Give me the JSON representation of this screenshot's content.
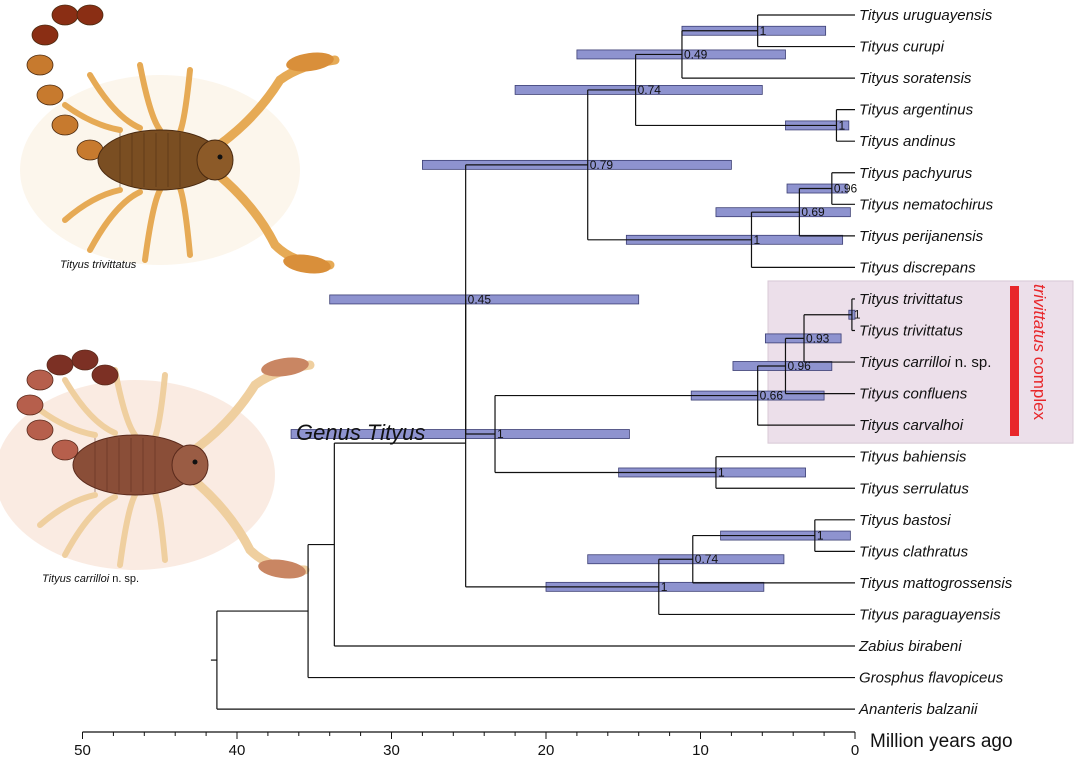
{
  "figure": {
    "genus_label": "Genus Tityus",
    "complex_label_italic": "trivittatus",
    "complex_label_rest": " complex",
    "axis_title": "Million years ago",
    "images": [
      {
        "name": "tityus-trivittatus-photo",
        "caption_italic": "Tityus trivittatus",
        "caption_rest": ""
      },
      {
        "name": "tityus-carrilloi-photo",
        "caption_italic": "Tityus carrilloi",
        "caption_rest": " n. sp."
      }
    ]
  },
  "chart_data": {
    "type": "phylogenetic-tree",
    "x_axis": {
      "label": "Million years ago",
      "reversed": true,
      "range": [
        50,
        0
      ],
      "ticks": [
        50,
        40,
        30,
        20,
        10,
        0
      ]
    },
    "colors": {
      "hpd_bar_fill": "#8e93cf",
      "hpd_bar_stroke": "#3c3f74",
      "branch": "#111111",
      "highlight_box": "#ecdfea",
      "complex_marker": "#e8262a"
    },
    "taxa": [
      {
        "id": "uru",
        "name": "Tityus uruguayensis"
      },
      {
        "id": "cur",
        "name": "Tityus curupi"
      },
      {
        "id": "sor",
        "name": "Tityus soratensis"
      },
      {
        "id": "arg",
        "name": "Tityus argentinus"
      },
      {
        "id": "and",
        "name": "Tityus andinus"
      },
      {
        "id": "pac",
        "name": "Tityus pachyurus"
      },
      {
        "id": "nem",
        "name": "Tityus nematochirus"
      },
      {
        "id": "per",
        "name": "Tityus perijanensis"
      },
      {
        "id": "dis",
        "name": "Tityus discrepans"
      },
      {
        "id": "tri1",
        "name": "Tityus trivittatus"
      },
      {
        "id": "tri2",
        "name": "Tityus trivittatus"
      },
      {
        "id": "car",
        "name": "Tityus carrilloi",
        "suffix": " n. sp."
      },
      {
        "id": "con",
        "name": "Tityus confluens"
      },
      {
        "id": "cav",
        "name": "Tityus carvalhoi"
      },
      {
        "id": "bah",
        "name": "Tityus bahiensis"
      },
      {
        "id": "ser",
        "name": "Tityus serrulatus"
      },
      {
        "id": "bas",
        "name": "Tityus bastosi"
      },
      {
        "id": "cla",
        "name": "Tityus clathratus"
      },
      {
        "id": "mat",
        "name": "Tityus mattogrossensis"
      },
      {
        "id": "par",
        "name": "Tityus paraguayensis"
      },
      {
        "id": "zab",
        "name": "Zabius birabeni"
      },
      {
        "id": "gro",
        "name": "Grosphus flavopiceus"
      },
      {
        "id": "ana",
        "name": "Ananteris balzanii"
      }
    ],
    "nodes": [
      {
        "id": "n_uc",
        "age": 6.3,
        "children": [
          "uru",
          "cur"
        ],
        "support": "1",
        "hpd": [
          11.2,
          1.9
        ]
      },
      {
        "id": "n_ucs",
        "age": 11.2,
        "children": [
          "n_uc",
          "sor"
        ],
        "support": "0.49",
        "hpd": [
          18.0,
          4.5
        ]
      },
      {
        "id": "n_aa",
        "age": 1.2,
        "children": [
          "arg",
          "and"
        ],
        "support": "1",
        "hpd": [
          4.5,
          0.4
        ]
      },
      {
        "id": "n_g1",
        "age": 14.2,
        "children": [
          "n_ucs",
          "n_aa"
        ],
        "support": "0.74",
        "hpd": [
          22.0,
          6.0
        ]
      },
      {
        "id": "n_pn",
        "age": 1.5,
        "children": [
          "pac",
          "nem"
        ],
        "support": "0.96",
        "hpd": [
          4.4,
          0.5
        ]
      },
      {
        "id": "n_pnp",
        "age": 3.6,
        "children": [
          "n_pn",
          "per"
        ],
        "support": "0.69",
        "hpd": [
          9.0,
          0.3
        ]
      },
      {
        "id": "n_pnpd",
        "age": 6.7,
        "children": [
          "n_pnp",
          "dis"
        ],
        "support": "1",
        "hpd": [
          14.8,
          0.8
        ]
      },
      {
        "id": "n_g2",
        "age": 17.3,
        "children": [
          "n_g1",
          "n_pnpd"
        ],
        "support": "0.79",
        "hpd": [
          28.0,
          8.0
        ]
      },
      {
        "id": "n_tt",
        "age": 0.2,
        "children": [
          "tri1",
          "tri2"
        ],
        "support": "1",
        "hpd": [
          0.4,
          0.0
        ]
      },
      {
        "id": "n_ttc",
        "age": 3.3,
        "children": [
          "n_tt",
          "car"
        ],
        "support": "0.93",
        "hpd": [
          5.8,
          0.9
        ]
      },
      {
        "id": "n_ttcc",
        "age": 4.5,
        "children": [
          "n_ttc",
          "con"
        ],
        "support": "0.96",
        "hpd": [
          7.9,
          1.5
        ]
      },
      {
        "id": "n_tk",
        "age": 6.3,
        "children": [
          "n_ttcc",
          "cav"
        ],
        "support": "0.66",
        "hpd": [
          10.6,
          2.0
        ]
      },
      {
        "id": "n_bs",
        "age": 9.0,
        "children": [
          "bah",
          "ser"
        ],
        "support": "1",
        "hpd": [
          15.3,
          3.2
        ]
      },
      {
        "id": "n_g3",
        "age": 23.3,
        "children": [
          "n_tk",
          "n_bs"
        ],
        "support": "1",
        "hpd": [
          36.5,
          14.6
        ]
      },
      {
        "id": "n_g4",
        "age": 25.2,
        "children": [
          "n_g2",
          "n_g3"
        ],
        "support": "0.45",
        "hpd": [
          34.0,
          14.0
        ]
      },
      {
        "id": "n_bc",
        "age": 2.6,
        "children": [
          "bas",
          "cla"
        ],
        "support": "1",
        "hpd": [
          8.7,
          0.3
        ]
      },
      {
        "id": "n_bcm",
        "age": 10.5,
        "children": [
          "n_bc",
          "mat"
        ],
        "support": "0.74",
        "hpd": [
          17.3,
          4.6
        ]
      },
      {
        "id": "n_bcmp",
        "age": 12.7,
        "children": [
          "n_bcm",
          "par"
        ],
        "support": "1",
        "hpd": [
          20.0,
          5.9
        ]
      },
      {
        "id": "n_tit",
        "age": 25.2,
        "children": [
          "n_g4",
          "n_bcmp"
        ],
        "support": "",
        "hpd": null
      },
      {
        "id": "n_zab",
        "age": 33.7,
        "children": [
          "n_tit",
          "zab"
        ],
        "support": "",
        "hpd": null
      },
      {
        "id": "n_gro",
        "age": 35.4,
        "children": [
          "n_zab",
          "gro"
        ],
        "support": "",
        "hpd": null
      },
      {
        "id": "n_root",
        "age": 41.3,
        "children": [
          "n_gro",
          "ana"
        ],
        "support": "",
        "hpd": null
      }
    ],
    "root": "n_root",
    "highlighted_clade": {
      "taxa": [
        "tri1",
        "tri2",
        "car",
        "con",
        "cav"
      ],
      "label": "trivittatus complex"
    }
  }
}
